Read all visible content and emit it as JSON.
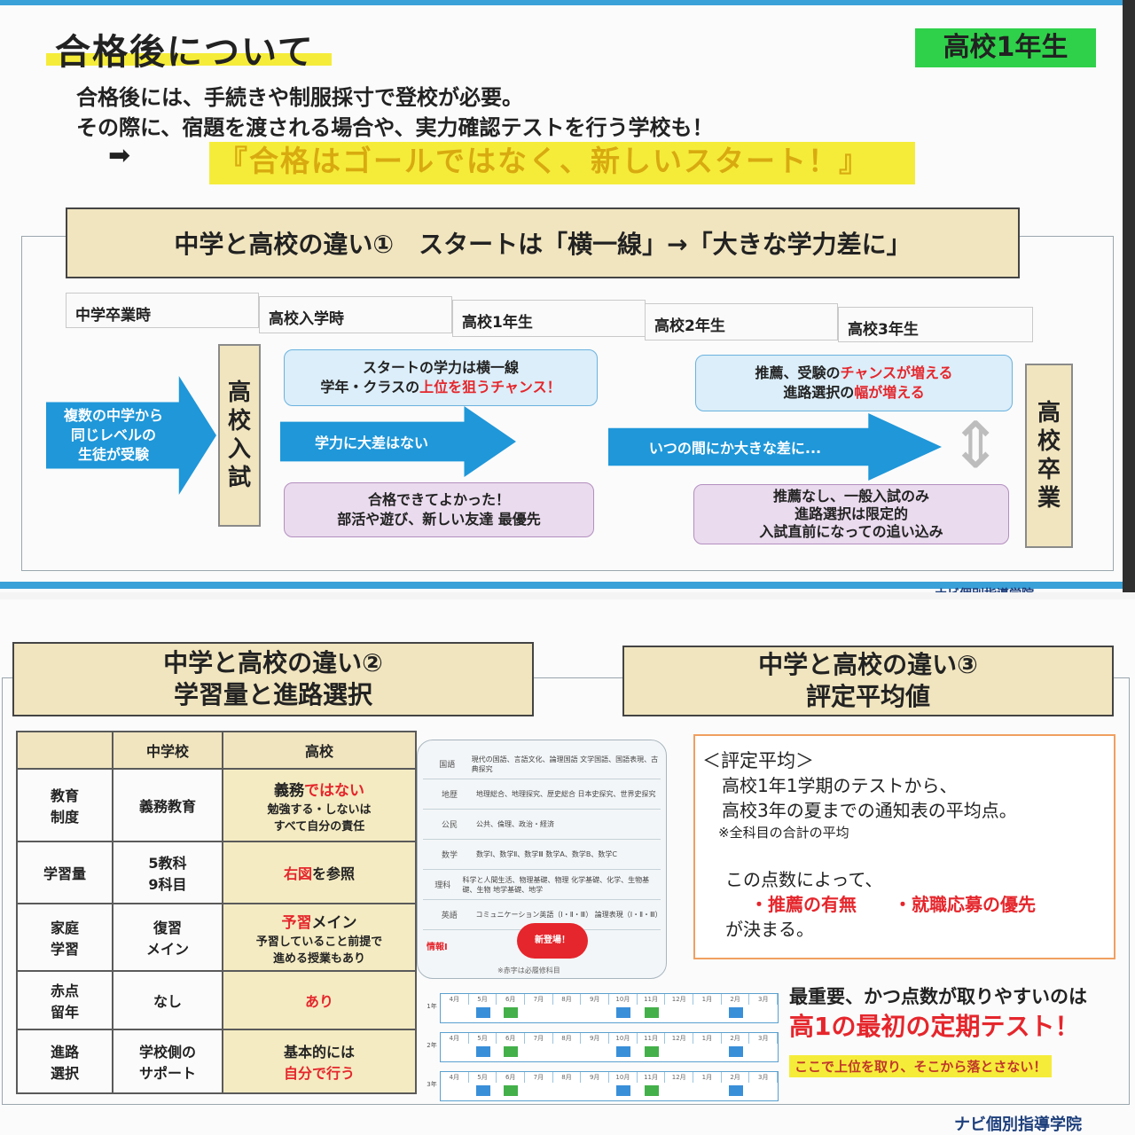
{
  "top": {
    "title": "合格後について",
    "grade_badge": "高校1年生",
    "intro_line1": "合格後には、手続きや制服採寸で登校が必要。",
    "intro_line2": "その際に、宿題を渡される場合や、実力確認テストを行う学校も！",
    "arrow_symbol": "➡",
    "slogan": "『合格はゴールではなく、新しいスタート！』",
    "section1_title": "中学と高校の違い①　スタートは「横一線」→「大きな学力差に」",
    "stages": [
      "中学卒業時",
      "高校入学時",
      "高校1年生",
      "高校2年生",
      "高校3年生"
    ],
    "start_arrow": [
      "複数の中学から",
      "同じレベルの",
      "生徒が受験"
    ],
    "exam_box": [
      "高",
      "校",
      "入",
      "試"
    ],
    "blue_box1_line1": "スタートの学力は横一線",
    "blue_box1_line2_a": "学年・クラスの",
    "blue_box1_line2_b": "上位を狙うチャンス！",
    "mid_arrow": "学力に大差はない",
    "pink_box1_line1": "合格できてよかった！",
    "pink_box1_line2": "部活や遊び、新しい友達 最優先",
    "long_arrow": "いつの間にか大きな差に...",
    "blue_box2_line1_a": "推薦、受験の",
    "blue_box2_line1_b": "チャンスが増える",
    "blue_box2_line2_a": "進路選択の",
    "blue_box2_line2_b": "幅が増える",
    "pink_box2_line1": "推薦なし、一般入試のみ",
    "pink_box2_line2": "進路選択は限定的",
    "pink_box2_line3": "入試直前になっての追い込み",
    "graduation_box": [
      "高",
      "校",
      "卒",
      "業"
    ],
    "double_arrow": "⇕",
    "footer_logo": "ナビ個別指導学院"
  },
  "bottom": {
    "section2_title_line1": "中学と高校の違い②",
    "section2_title_line2": "学習量と進路選択",
    "section3_title_line1": "中学と高校の違い③",
    "section3_title_line2": "評定平均値",
    "table": {
      "headers": [
        "",
        "中学校",
        "高校"
      ],
      "rows": [
        {
          "label": [
            "教育",
            "制度"
          ],
          "middle": [
            "義務教育"
          ],
          "high_main_a": "義務",
          "high_main_b": "ではない",
          "high_sub": [
            "勉強する・しないは",
            "すべて自分の責任"
          ]
        },
        {
          "label": [
            "学習量"
          ],
          "middle": [
            "5教科",
            "9科目"
          ],
          "high_main_a": "右図",
          "high_main_b": "を参照",
          "high_sub": []
        },
        {
          "label": [
            "家庭",
            "学習"
          ],
          "middle": [
            "復習",
            "メイン"
          ],
          "high_main_a": "予習",
          "high_main_b": "メイン",
          "high_sub": [
            "予習していること前提で",
            "進める授業もあり"
          ]
        },
        {
          "label": [
            "赤点",
            "留年"
          ],
          "middle": [
            "なし"
          ],
          "high_main_a": "あり",
          "high_main_b": "",
          "high_sub": []
        },
        {
          "label": [
            "進路",
            "選択"
          ],
          "middle": [
            "学校側の",
            "サポート"
          ],
          "high_main_a": "基本的には",
          "high_main_b": "自分で行う",
          "high_sub": []
        }
      ]
    },
    "subjects": [
      {
        "name": "国語",
        "detail": "現代の国語、言語文化、論理国語 文学国語、国語表現、古典探究"
      },
      {
        "name": "地歴",
        "detail": "地理総合、地理探究、歴史総合 日本史探究、世界史探究"
      },
      {
        "name": "公民",
        "detail": "公共、倫理、政治・経済"
      },
      {
        "name": "数学",
        "detail": "数学Ⅰ、数学Ⅱ、数学Ⅲ 数学A、数学B、数学C"
      },
      {
        "name": "理科",
        "detail": "科学と人間生活、物理基礎、物理 化学基礎、化学、生物基礎、生物 地学基礎、地学"
      },
      {
        "name": "英語",
        "detail": "コミュニケーション英語（Ⅰ・Ⅱ・Ⅲ） 論理表現（Ⅰ・Ⅱ・Ⅲ）"
      }
    ],
    "info_label": "情報Ⅰ",
    "new_label": "新登場！",
    "chart_caption": "※赤字は必履修科目",
    "hyotei": {
      "heading": "＜評定平均＞",
      "line1": "高校1年1学期のテストから、",
      "line2": "高校3年の夏までの通知表の平均点。",
      "note": "※全科目の合計の平均",
      "line3": "この点数によって、",
      "bullet1": "・推薦の有無",
      "bullet2": "・就職応募の優先",
      "line4": "が決まる。"
    },
    "months": [
      "4月",
      "5月",
      "6月",
      "7月",
      "8月",
      "9月",
      "10月",
      "11月",
      "12月",
      "1月",
      "2月",
      "3月"
    ],
    "years": [
      "1年",
      "2年",
      "3年"
    ],
    "important_line1": "最重要、かつ点数が取りやすいのは",
    "important_line2": "高1の最初の定期テスト！",
    "important_line3": "ここで上位を取り、そこから落とさない！",
    "footer_logo": "ナビ個別指導学院"
  },
  "colors": {
    "accent_blue": "#1f97d9",
    "highlight_yellow": "#f5ec3a",
    "badge_green": "#2fd14a",
    "emphasis_red": "#e5262c",
    "header_beige": "#f1e5bf"
  }
}
